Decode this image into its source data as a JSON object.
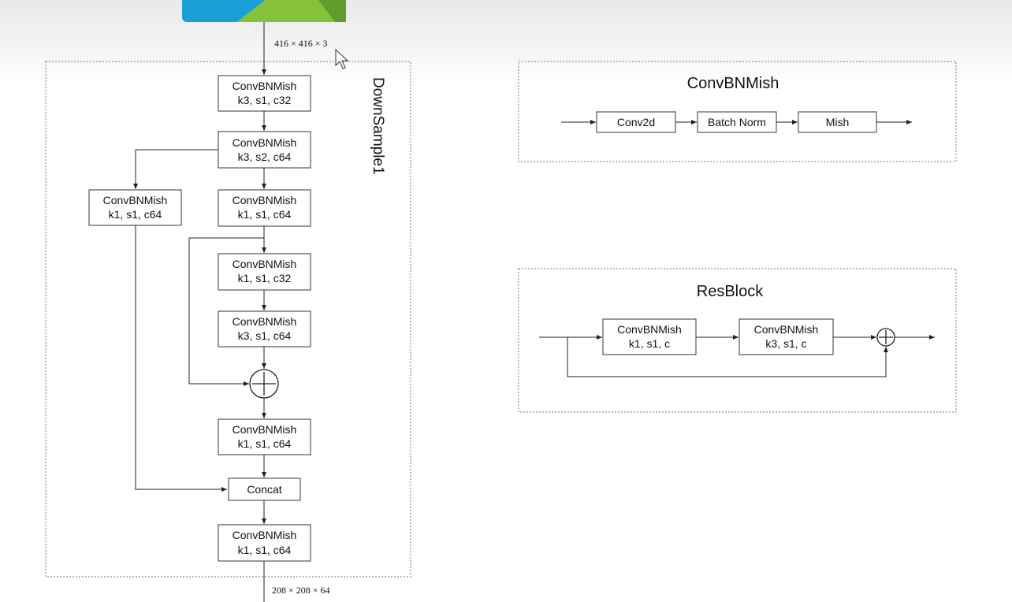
{
  "input_shape": "416 × 416 × 3",
  "output_shape": "208 × 208 × 64",
  "downsample": {
    "label": "DownSample1",
    "blocks": {
      "b1": [
        "ConvBNMish",
        "k3, s1, c32"
      ],
      "b2": [
        "ConvBNMish",
        "k3, s2, c64"
      ],
      "left": [
        "ConvBNMish",
        "k1, s1, c64"
      ],
      "b3": [
        "ConvBNMish",
        "k1, s1, c64"
      ],
      "b4": [
        "ConvBNMish",
        "k1, s1, c32"
      ],
      "b5": [
        "ConvBNMish",
        "k3, s1, c64"
      ],
      "b6": [
        "ConvBNMish",
        "k1, s1, c64"
      ],
      "concat": "Concat",
      "b7": [
        "ConvBNMish",
        "k1, s1, c64"
      ]
    }
  },
  "convbnmish_panel": {
    "title": "ConvBNMish",
    "steps": [
      "Conv2d",
      "Batch Norm",
      "Mish"
    ]
  },
  "resblock_panel": {
    "title": "ResBlock",
    "block1": [
      "ConvBNMish",
      "k1, s1, c"
    ],
    "block2": [
      "ConvBNMish",
      "k3, s1, c"
    ]
  },
  "colors": {
    "top_image_blue": "#1a9ed8",
    "top_image_green": "#86c13a",
    "top_image_dark_green": "#5d9e2e"
  }
}
